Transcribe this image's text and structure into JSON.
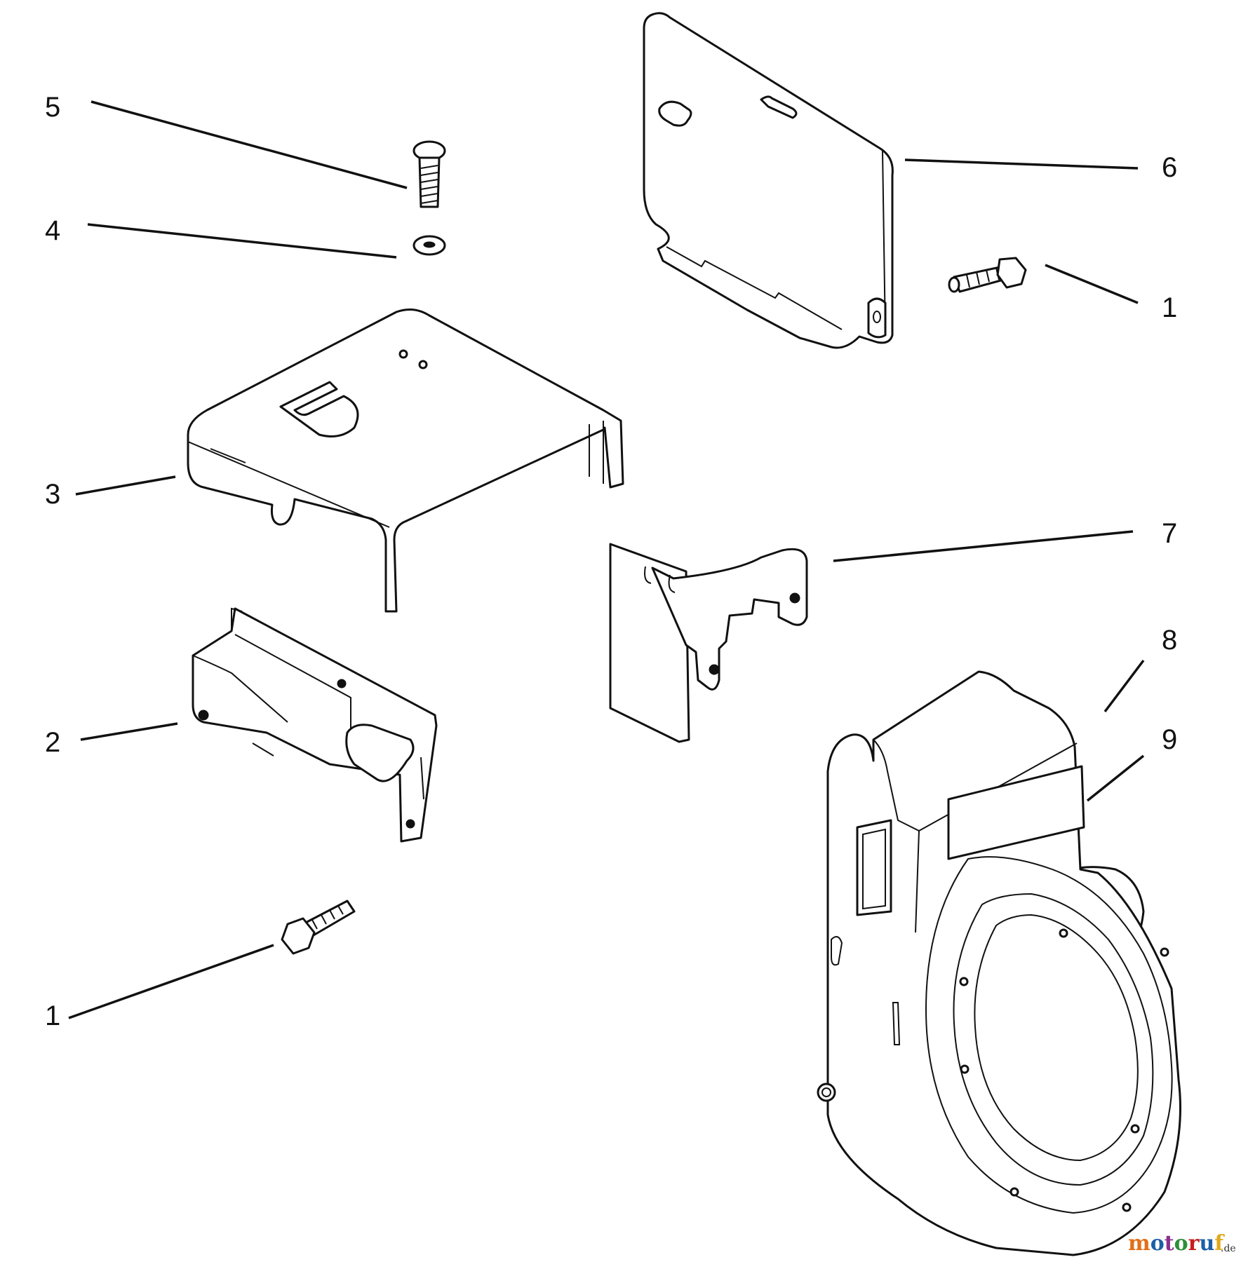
{
  "callouts": {
    "c5": "5",
    "c4": "4",
    "c3": "3",
    "c2": "2",
    "c1_bottom": "1",
    "c6": "6",
    "c1_right": "1",
    "c7": "7",
    "c8": "8",
    "c9": "9"
  },
  "watermark": {
    "text_main": "motoruf",
    "text_suffix": ".de",
    "colors": {
      "m": "#e0701a",
      "o": "#1c5fa8",
      "t": "#8a2f8f",
      "o2": "#2f8f3a",
      "r": "#c81e1e",
      "u": "#1c5fa8",
      "f": "#e0a81a"
    }
  }
}
